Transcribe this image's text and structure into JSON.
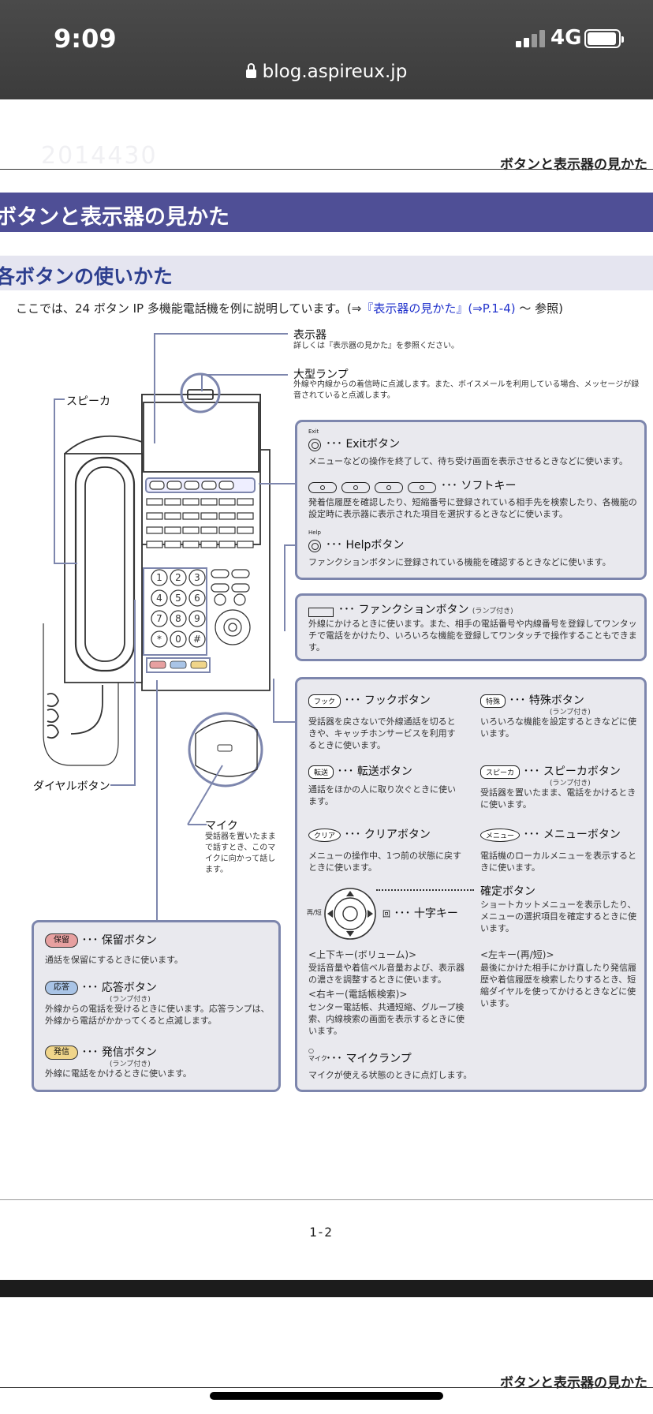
{
  "status_bar": {
    "time": "9:09",
    "network": "4G",
    "url": "blog.aspireux.jp"
  },
  "page": {
    "running_header": "ボタンと表示器の見かた",
    "ghost_text": "2014430",
    "banner_title": "ボタンと表示器の見かた",
    "section_title": "各ボタンの使いかた",
    "intro_prefix": "ここでは、24 ボタン IP 多機能電話機を例に説明しています。(⇒",
    "intro_link": "『表示器の見かた』(⇒P.1-4)",
    "intro_suffix": " 〜 参照)",
    "page_number": "1-2"
  },
  "callouts": {
    "display_title": "表示器",
    "display_desc": "詳しくは『表示器の見かた』を参照ください。",
    "lamp_title": "大型ランプ",
    "lamp_desc": "外線や内線からの着信時に点滅します。また、ボイスメールを利用している場合、メッセージが録音されていると点滅します。",
    "speaker_label": "スピーカ",
    "dial_label": "ダイヤルボタン",
    "mic_title": "マイク",
    "mic_desc": "受話器を置いたままで話すとき、このマイクに向かって話します。"
  },
  "box_top": {
    "exit_icon_label": "Exit",
    "exit_title": "Exitボタン",
    "exit_desc": "メニューなどの操作を終了して、待ち受け画面を表示させるときなどに使います。",
    "soft_title": "ソフトキー",
    "soft_desc": "発着信履歴を確認したり、短縮番号に登録されている相手先を検索したり、各機能の設定時に表示器に表示された項目を選択するときなどに使います。",
    "help_icon_label": "Help",
    "help_title": "Helpボタン",
    "help_desc": "ファンクションボタンに登録されている機能を確認するときなどに使います。"
  },
  "box_fn": {
    "title": "ファンクションボタン",
    "note": "(ランプ付き)",
    "desc": "外線にかけるときに使います。また、相手の電話番号や内線番号を登録してワンタッチで電話をかけたり、いろいろな機能を登録してワンタッチで操作することもできます。"
  },
  "box_main": {
    "hook_label": "フック",
    "hook_title": "フックボタン",
    "hook_desc": "受話器を戻さないで外線通話を切るときや、キャッチホンサービスを利用するときに使います。",
    "special_label": "特殊",
    "special_title": "特殊ボタン",
    "special_note": "(ランプ付き)",
    "special_desc": "いろいろな機能を設定するときなどに使います。",
    "transfer_label": "転送",
    "transfer_title": "転送ボタン",
    "transfer_desc": "通話をほかの人に取り次ぐときに使います。",
    "speaker_label": "スピーカ",
    "speaker_title": "スピーカボタン",
    "speaker_note": "(ランプ付き)",
    "speaker_desc": "受話器を置いたまま、電話をかけるときに使います。",
    "clear_label": "クリア",
    "clear_title": "クリアボタン",
    "clear_desc": "メニューの操作中、1つ前の状態に戻すときに使います。",
    "menu_label": "メニュー",
    "menu_title": "メニューボタン",
    "menu_desc": "電話機のローカルメニューを表示するときに使います。",
    "confirm_title": "確定ボタン",
    "confirm_desc": "ショートカットメニューを表示したり、メニューの選択項目を確定するときに使います。",
    "cross_left_label": "再/短",
    "cross_right_label": "回",
    "cross_title": "十字キー",
    "updown_title": "<上下キー(ボリューム)>",
    "updown_desc": "受話音量や着信ベル音量および、表示器の濃さを調整するときに使います。",
    "left_title": "<左キー(再/短)>",
    "left_desc": "最後にかけた相手にかけ直したり発信履歴や着信履歴を検索したりするとき、短縮ダイヤルを使ってかけるときなどに使います。",
    "right_title": "<右キー(電話帳検索)>",
    "right_desc": "センター電話帳、共通短縮、グループ検索、内線検索の画面を表示するときに使います。",
    "miclamp_label": "マイク",
    "miclamp_title": "マイクランプ",
    "miclamp_desc": "マイクが使える状態のときに点灯します。"
  },
  "box_left": {
    "hold_label": "保留",
    "hold_title": "保留ボタン",
    "hold_desc": "通話を保留にするときに使います。",
    "answer_label": "応答",
    "answer_title": "応答ボタン",
    "answer_note": "(ランプ付き)",
    "answer_desc": "外線からの電話を受けるときに使います。応答ランプは、外線から電話がかかってくると点滅します。",
    "call_label": "発信",
    "call_title": "発信ボタン",
    "call_note": "(ランプ付き)",
    "call_desc": "外線に電話をかけるときに使います。"
  },
  "dots": "･･･",
  "keypad": [
    "1",
    "2",
    "3",
    "4",
    "5",
    "6",
    "7",
    "8",
    "9",
    "*",
    "0",
    "#"
  ],
  "colors": {
    "banner": "#4f4f96",
    "subhead_bg": "#e5e5f0",
    "subhead_text": "#2d3f8f",
    "box_border": "#7d86ad",
    "hold": "#e7a0a0",
    "answer": "#a9c4e6",
    "call": "#f0d58a",
    "link": "#2233cc"
  }
}
